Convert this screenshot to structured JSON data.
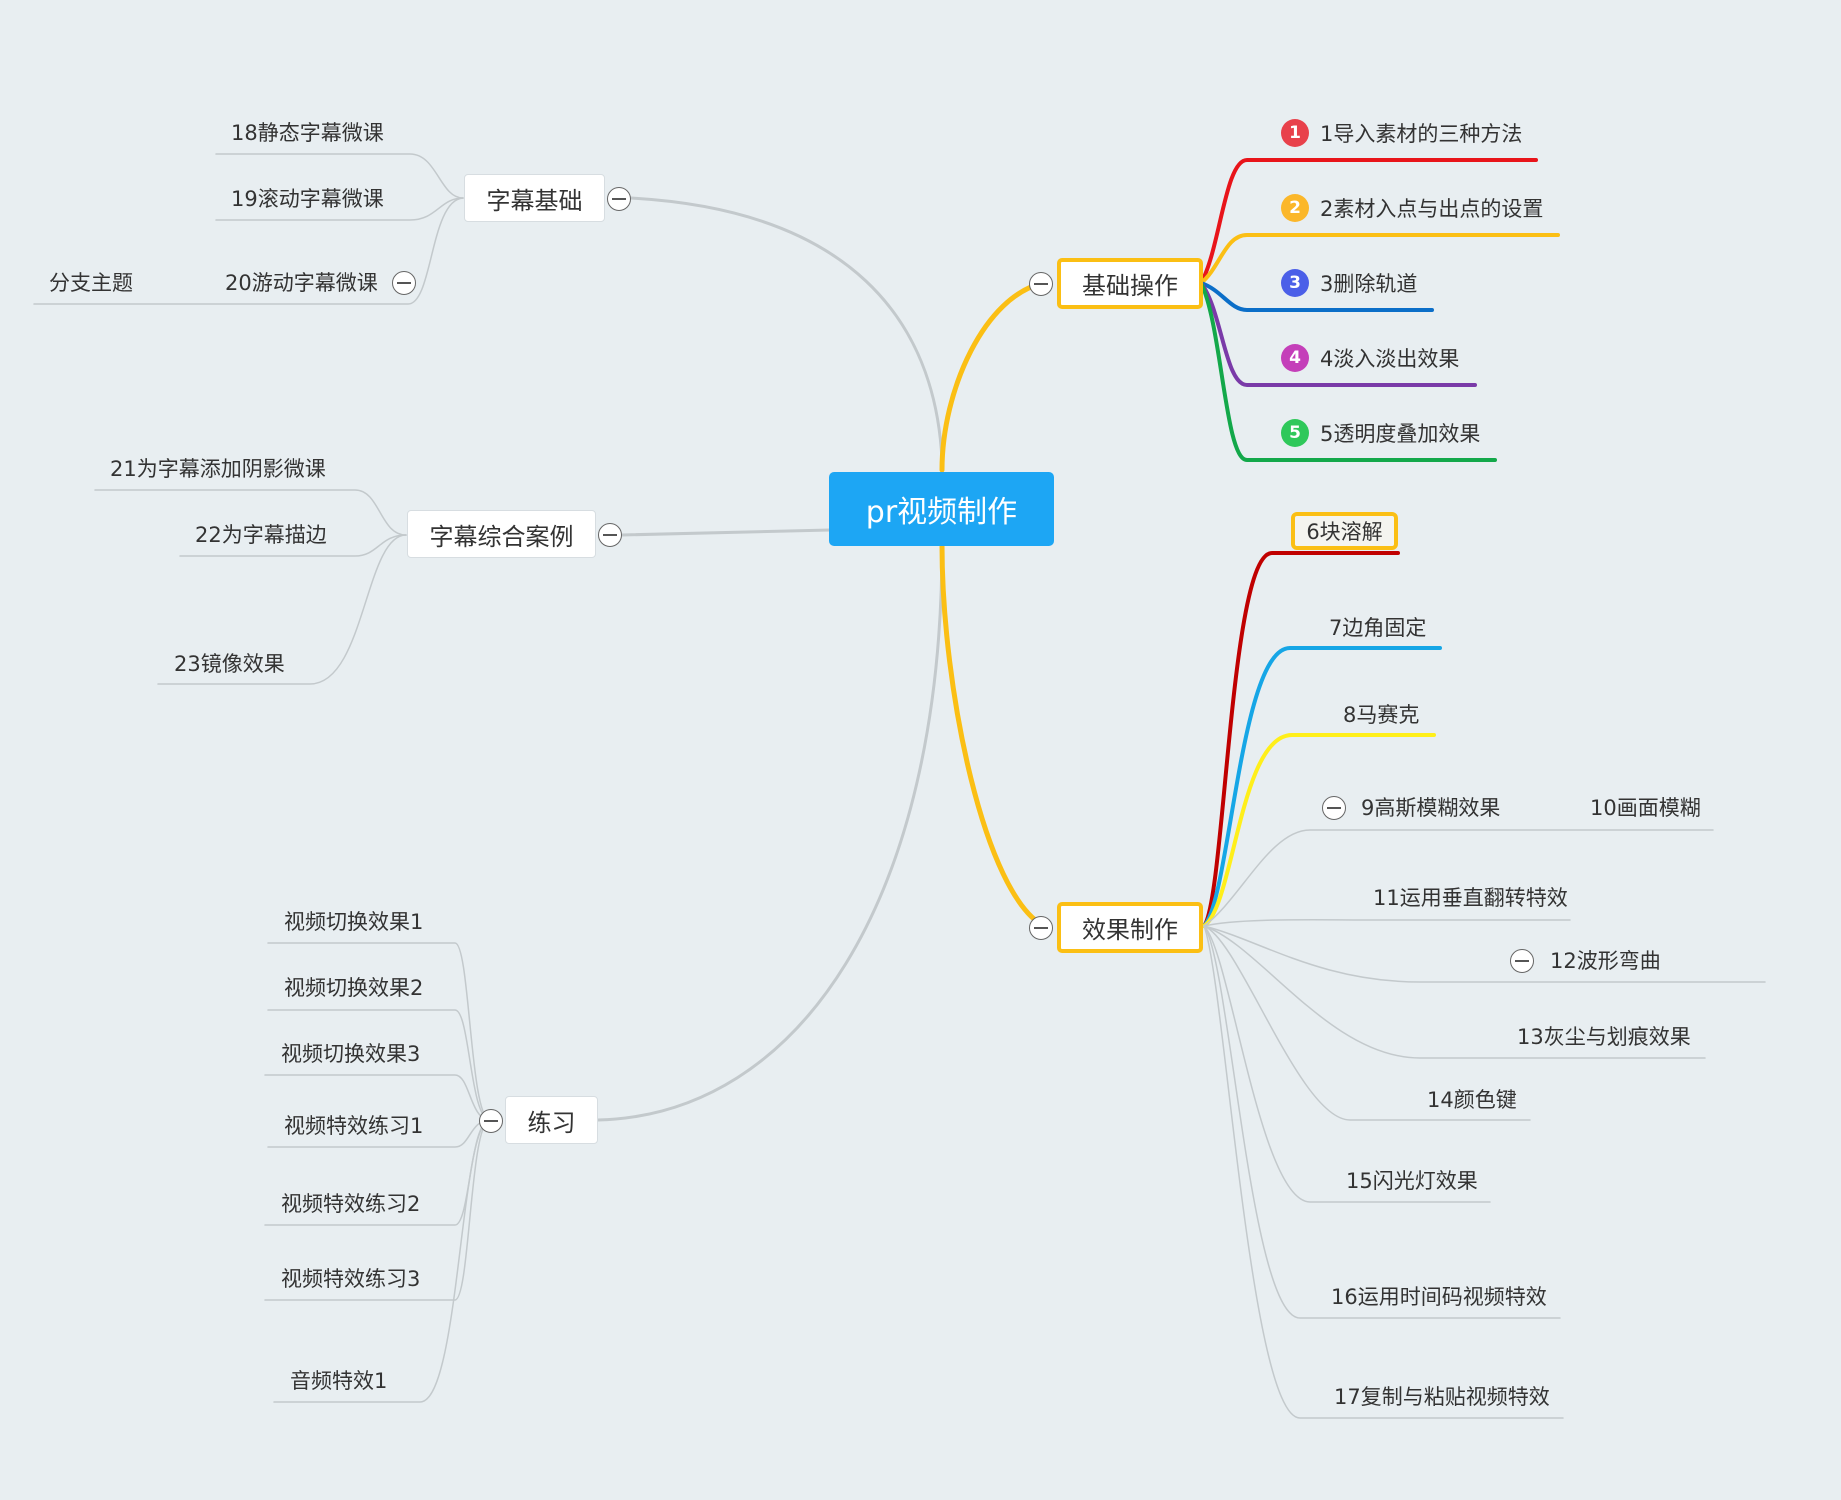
{
  "central": "pr视频制作",
  "branches": {
    "basic": {
      "label": "基础操作",
      "items": [
        {
          "num": "1",
          "label": "1导入素材的三种方法",
          "color": "#e8141a"
        },
        {
          "num": "2",
          "label": "2素材入点与出点的设置",
          "color": "#fbbf14"
        },
        {
          "num": "3",
          "label": "3删除轨道",
          "color": "#0b6ec8"
        },
        {
          "num": "4",
          "label": "4淡入淡出效果",
          "color": "#7a3aa8"
        },
        {
          "num": "5",
          "label": "5透明度叠加效果",
          "color": "#13a84a"
        }
      ],
      "badge_colors": [
        "#e8414b",
        "#fbb72a",
        "#4b5fe8",
        "#c43fb9",
        "#2fc85a"
      ]
    },
    "effects": {
      "label": "效果制作",
      "items": [
        "6块溶解",
        "7边角固定",
        "8马赛克",
        "9高斯模糊效果",
        "10画面模糊",
        "11运用垂直翻转特效",
        "12波形弯曲",
        "13灰尘与划痕效果",
        "14颜色键",
        "15闪光灯效果",
        "16运用时间码视频特效",
        "17复制与粘贴视频特效"
      ],
      "colors": {
        "item6": "#c00000",
        "item7": "#16a6e6",
        "item8": "#ffef1a"
      }
    },
    "subtitle_basic": {
      "label": "字幕基础",
      "items": [
        "18静态字幕微课",
        "19滚动字幕微课",
        "20游动字幕微课"
      ],
      "sub_item": "分支主题"
    },
    "subtitle_cases": {
      "label": "字幕综合案例",
      "items": [
        "21为字幕添加阴影微课",
        "22为字幕描边",
        "23镜像效果"
      ]
    },
    "practice": {
      "label": "练习",
      "items": [
        "视频切换效果1",
        "视频切换效果2",
        "视频切换效果3",
        "视频特效练习1",
        "视频特效练习2",
        "视频特效练习3",
        "音频特效1"
      ]
    }
  },
  "colors": {
    "gold": "#fbbf14",
    "central_bg": "#1da6f4",
    "background": "#e8eef1",
    "connector": "#c3c9cc"
  }
}
